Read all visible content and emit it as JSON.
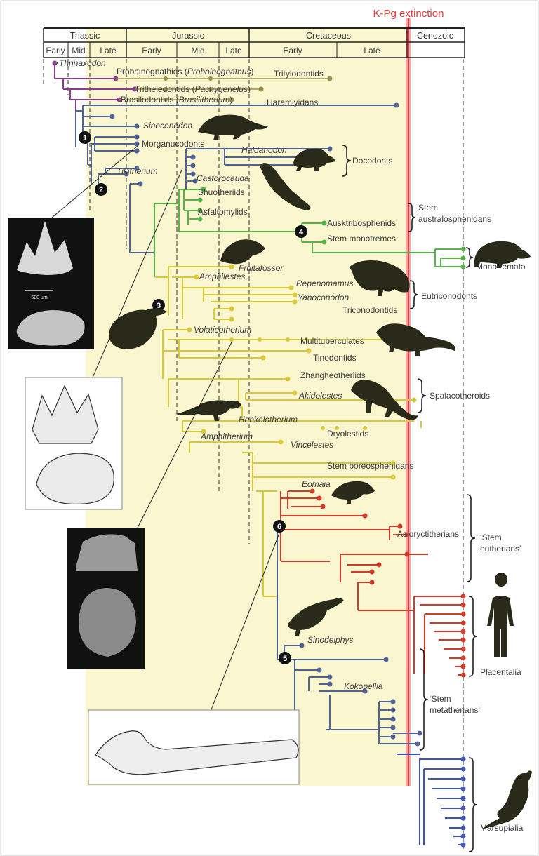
{
  "kpg_label": "K-Pg extinction",
  "colors": {
    "kpg": "#e63b3b",
    "mesozoic_band": "#faf6cf",
    "purple": "#8a3a8f",
    "slate": "#4f6394",
    "green": "#57b248",
    "yellow": "#d9c93a",
    "red": "#d33a2a",
    "blue": "#3f55b5",
    "text": "#3a3a3a"
  },
  "periods": [
    "Triassic",
    "Jurassic",
    "Cretaceous",
    "Cenozoic"
  ],
  "epochs": [
    "Early",
    "Mid",
    "Late",
    "Early",
    "Mid",
    "Late",
    "Early",
    "Late"
  ],
  "nodes": [
    "1",
    "2",
    "3",
    "4",
    "5",
    "6"
  ],
  "fossil_scale": "500 um",
  "taxa": {
    "thrinaxodon": "Thrinaxodon",
    "probainognathids": "Probainognathids (",
    "probainognathus": "Probainognathus",
    "close_paren": ")",
    "tritylodontids": "Tritylodontids",
    "tritheledontids": "Tritheledontids (",
    "pachygenelus": "Pachygenelus",
    "brasilodontids": "Brasilodontids (",
    "brasilitherium": "Brasilitherium",
    "haramiyidans": "Haramiyidans",
    "sinoconodon": "Sinoconodon",
    "morganucodonts": "Morganucodonts",
    "haldanodon": "Haldanodon",
    "docodonts": "Docodonts",
    "tikitherium": "Tikitherium",
    "castorocauda": "Castorocauda",
    "shuotheriids": "Shuotheriids",
    "asfaltomylids": "Asfaltomylids",
    "stem_australosphenidans_1": "Stem",
    "stem_australosphenidans_2": "australosphenidans",
    "ausktribosphenids": "Ausktribosphenids",
    "stem_monotremes": "Stem monotremes",
    "monotremata": "Monotremata",
    "fruitafossor": "Fruitafossor",
    "amphilestes": "Amphilestes",
    "repenomamus": "Repenomamus",
    "yanoconodon": "Yanoconodon",
    "eutriconodonts": "Eutriconodonts",
    "triconodontids": "Triconodontids",
    "volaticotherium": "Volaticotherium",
    "multituberculates": "Multituberculates",
    "tinodontids": "Tinodontids",
    "zhangheotheriids": "Zhangheotheriids",
    "akidolestes": "Akidolestes",
    "spalacotheroids": "Spalacotheroids",
    "henkelotherium": "Henkelotherium",
    "dryolestids": "Dryolestids",
    "amphitherium": "Amphitherium",
    "vincelestes": "Vincelestes",
    "stem_boreosphenidans": "Stem boreosphenidans",
    "eomaia": "Eomaia",
    "asioryctitherians": "Asioryctitherians",
    "stem_eutherians_1": "‘Stem",
    "stem_eutherians_2": "eutherians’",
    "sinodelphys": "Sinodelphys",
    "kokopellia": "Kokopellia",
    "placentalia": "Placentalia",
    "stem_metatherians_1": "‘Stem",
    "stem_metatherians_2": "metatherians’",
    "marsupialia": "Marsupialia"
  }
}
